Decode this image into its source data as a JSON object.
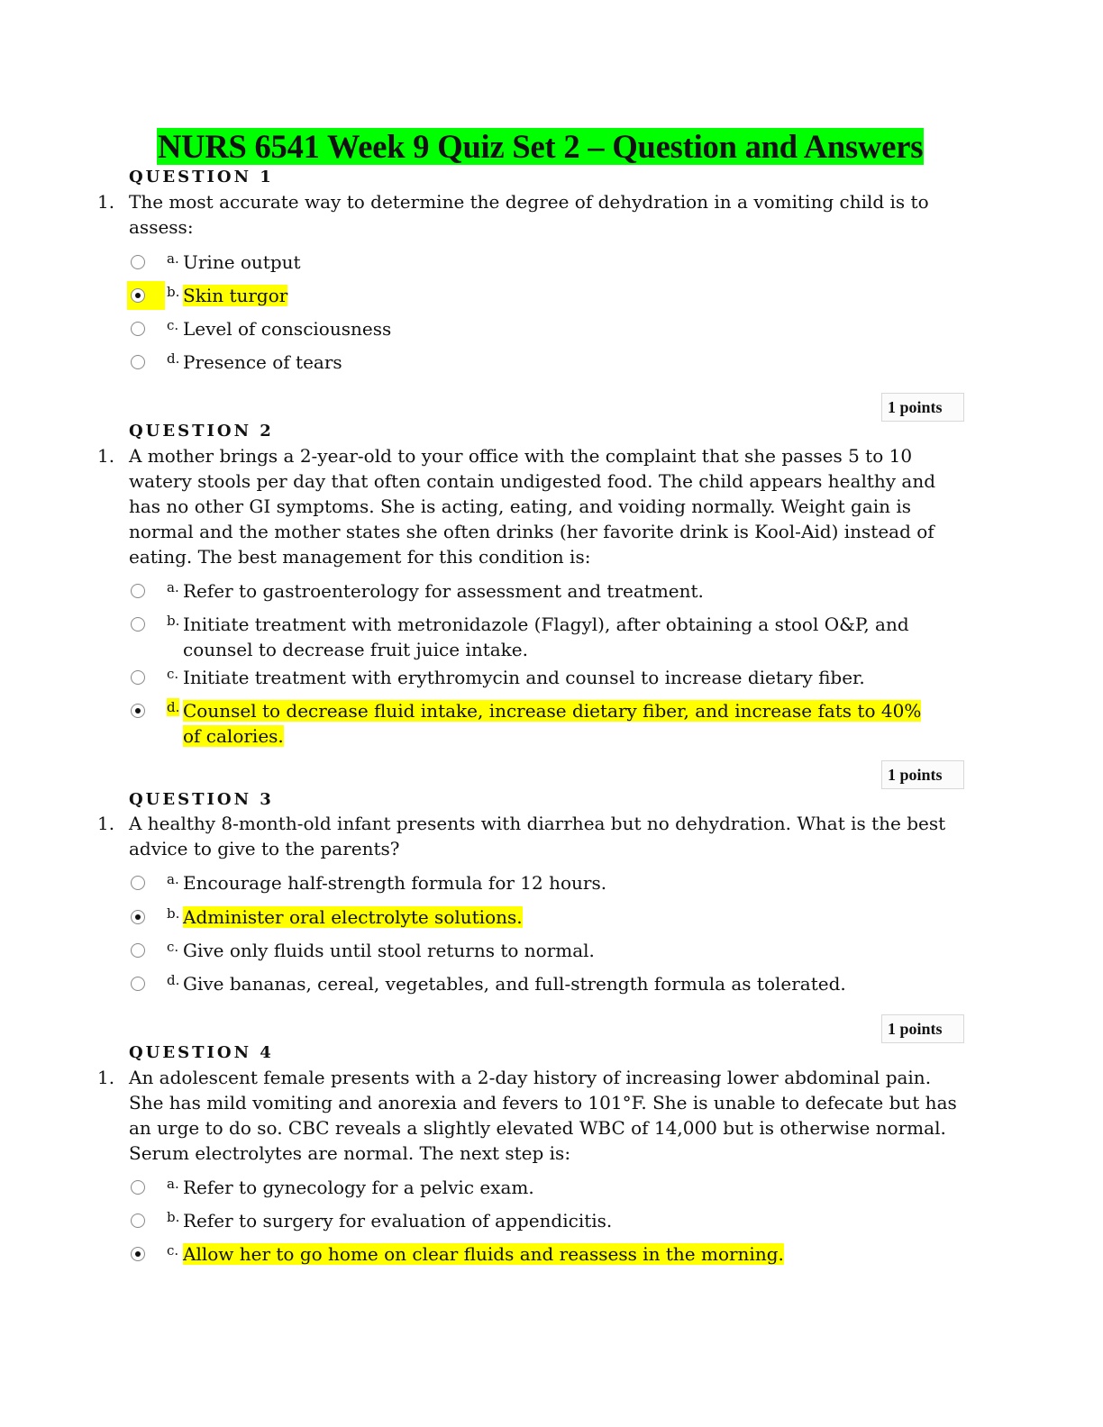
{
  "title": "NURS 6541 Week 9 Quiz Set 2 – Question and Answers",
  "questions": [
    {
      "heading": "QUESTION 1",
      "number": "1.",
      "text": "The most accurate way to determine the degree of dehydration in a vomiting child is to assess:",
      "options": [
        {
          "letter": "a.",
          "text": "Urine output",
          "selected": false
        },
        {
          "letter": "b.",
          "text": "Skin turgor",
          "selected": true
        },
        {
          "letter": "c.",
          "text": "Level of consciousness",
          "selected": false
        },
        {
          "letter": "d.",
          "text": "Presence of tears",
          "selected": false
        }
      ],
      "points": "1 points"
    },
    {
      "heading": "QUESTION 2",
      "number": "1.",
      "text": "A mother brings a 2-year-old to your office with the complaint that she passes 5 to 10 watery stools per day that often contain undigested food. The child appears healthy and has no other GI symptoms. She is acting, eating, and voiding normally. Weight gain is normal and the mother states she often drinks (her favorite drink is Kool-Aid) instead of eating. The best management for this condition is:",
      "options": [
        {
          "letter": "a.",
          "text": "Refer to gastroenterology for assessment and treatment.",
          "selected": false
        },
        {
          "letter": "b.",
          "text": "Initiate treatment with metronidazole (Flagyl), after obtaining a stool O&P, and counsel to decrease fruit juice intake.",
          "selected": false
        },
        {
          "letter": "c.",
          "text": "Initiate treatment with erythromycin and counsel to increase dietary fiber.",
          "selected": false
        },
        {
          "letter": "d.",
          "text": "Counsel to decrease fluid intake, increase dietary fiber, and increase fats to 40% of calories.",
          "selected": true
        }
      ],
      "points": "1 points"
    },
    {
      "heading": "QUESTION 3",
      "number": "1.",
      "text": "A healthy 8-month-old infant presents with diarrhea but no dehydration. What is the best advice to give to the parents?",
      "options": [
        {
          "letter": "a.",
          "text": "Encourage half-strength formula for 12 hours.",
          "selected": false
        },
        {
          "letter": "b.",
          "text": "Administer oral electrolyte solutions.",
          "selected": true
        },
        {
          "letter": "c.",
          "text": "Give only fluids until stool returns to normal.",
          "selected": false
        },
        {
          "letter": "d.",
          "text": "Give bananas, cereal, vegetables, and full-strength formula as tolerated.",
          "selected": false
        }
      ],
      "points": "1 points"
    },
    {
      "heading": "QUESTION 4",
      "number": "1.",
      "text": "An adolescent female presents with a 2-day history of increasing lower abdominal pain. She has mild vomiting and anorexia and fevers to 101°F. She is unable to defecate but has an urge to do so. CBC reveals a slightly elevated WBC of 14,000 but is otherwise normal. Serum electrolytes are normal. The next step is:",
      "options": [
        {
          "letter": "a.",
          "text": "Refer to gynecology for a pelvic exam.",
          "selected": false
        },
        {
          "letter": "b.",
          "text": "Refer to surgery for evaluation of appendicitis.",
          "selected": false
        },
        {
          "letter": "c.",
          "text": "Allow her to go home on clear fluids and reassess in the morning.",
          "selected": true
        }
      ]
    }
  ],
  "colors": {
    "title_highlight": "#00ff00",
    "answer_highlight": "#ffff00"
  }
}
